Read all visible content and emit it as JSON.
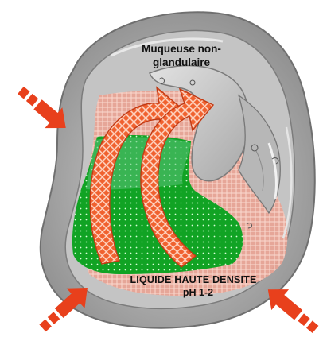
{
  "labels": {
    "top_line1": "Muqueuse non-",
    "top_line2": "glandulaire",
    "bottom_line1": "LIQUIDE HAUTE DENSITE",
    "bottom_line2": "pH 1-2"
  },
  "colors": {
    "stomach_wall": "#9a9a9a",
    "stomach_inner": "#c9c9c9",
    "liquid_green": "#11a324",
    "pink_zone": "#eaa393",
    "arrow_red": "#f05a2c",
    "pressure_arrow": "#e8401c"
  },
  "icons": [
    "pressure-arrow-icon",
    "circulation-arrow-icon"
  ]
}
